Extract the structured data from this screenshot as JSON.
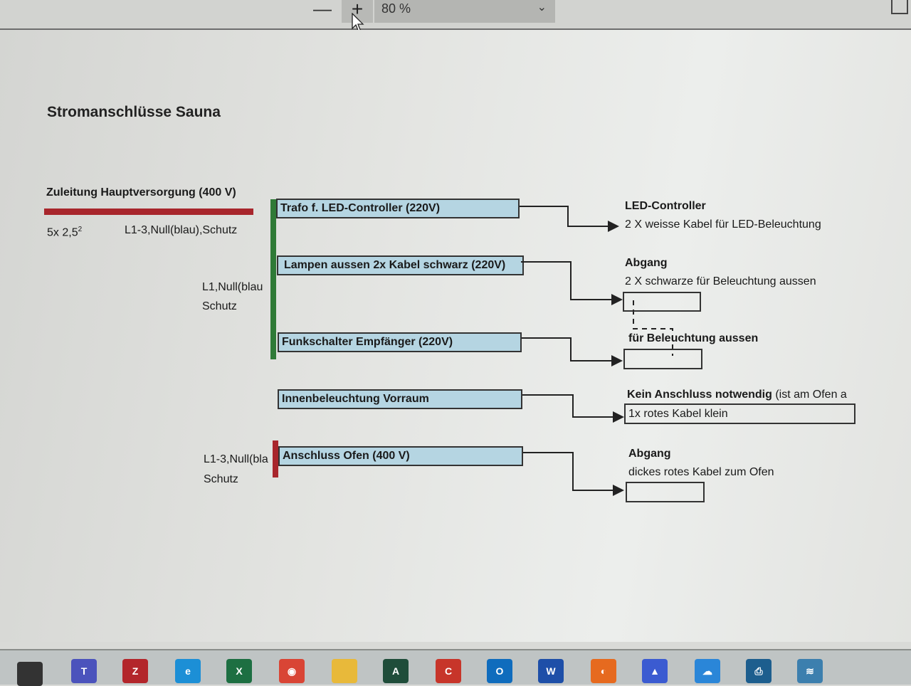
{
  "toolbar": {
    "zoom_out": "—",
    "zoom_in": "+",
    "zoom_level": "80 %",
    "chevron": "⌄"
  },
  "document": {
    "title": "Stromanschlüsse Sauna",
    "main_supply": {
      "label": "Zuleitung Hauptversorgung (400 V)",
      "cable": "5x 2,5",
      "cable_sup": "2",
      "wires": "L1-3,Null(blau),Schutz"
    },
    "group_220": {
      "label_line1": "L1,Null(blau",
      "label_line2": "Schutz"
    },
    "group_400": {
      "label_line1": "L1-3,Null(bla",
      "label_line2": "Schutz"
    },
    "circuits": [
      {
        "label": "Trafo f. LED-Controller (220V)"
      },
      {
        "label": "Lampen aussen 2x Kabel schwarz (220V)"
      },
      {
        "label": "Funkschalter Empfänger (220V)"
      },
      {
        "label": "Innenbeleuchtung Vorraum"
      },
      {
        "label": "Anschluss Ofen (400 V)"
      }
    ],
    "outputs": [
      {
        "heading": "LED-Controller",
        "text": "2 X weisse Kabel für LED-Beleuchtung"
      },
      {
        "heading": "Abgang",
        "text": "2 X schwarze für Beleuchtung aussen"
      },
      {
        "heading": "für Beleuchtung aussen"
      },
      {
        "heading": "Kein Anschluss notwendig",
        "heading_suffix": "(ist am Ofen a",
        "text": "1x rotes Kabel klein"
      },
      {
        "heading": "Abgang",
        "text": "dickes rotes Kabel zum Ofen"
      }
    ]
  },
  "taskbar": {
    "apps": [
      {
        "name": "teams",
        "letter": "T",
        "color": "#4b53bc"
      },
      {
        "name": "filezilla",
        "letter": "Z",
        "color": "#b3262b"
      },
      {
        "name": "edge",
        "letter": "e",
        "color": "#1c8fd6"
      },
      {
        "name": "excel",
        "letter": "X",
        "color": "#1d6f42"
      },
      {
        "name": "chrome",
        "letter": "◉",
        "color": "#d94535"
      },
      {
        "name": "file-explorer",
        "letter": "",
        "color": "#e8b93a"
      },
      {
        "name": "app-a",
        "letter": "A",
        "color": "#1f4d3a"
      },
      {
        "name": "ccleaner",
        "letter": "C",
        "color": "#c7352a"
      },
      {
        "name": "outlook",
        "letter": "O",
        "color": "#0f6cbd"
      },
      {
        "name": "word",
        "letter": "W",
        "color": "#1e4fa8"
      },
      {
        "name": "firefox",
        "letter": "◐",
        "color": "#e66a1f"
      },
      {
        "name": "nordvpn",
        "letter": "▲",
        "color": "#3b5bd1"
      },
      {
        "name": "onedrive",
        "letter": "☁",
        "color": "#2a86d8"
      },
      {
        "name": "fax-scan",
        "letter": "⎙",
        "color": "#1d5e8e"
      },
      {
        "name": "stack-app",
        "letter": "≋",
        "color": "#3c7fae"
      }
    ]
  }
}
